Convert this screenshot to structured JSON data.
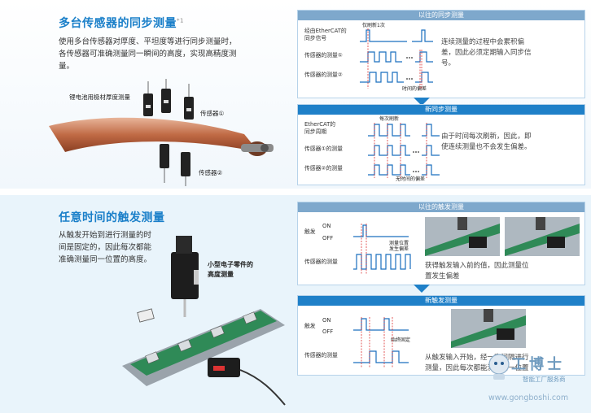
{
  "section1": {
    "title": "多台传感器的同步测量",
    "title_sup": "*1",
    "desc_lines": [
      "使用多台传感器对厚度、平坦度等进行同步测量时，",
      "各传感器可准确测量同一瞬间的高度，实现高精度测",
      "量。"
    ],
    "image_labels": {
      "material": "锂电池用极材厚度测量",
      "sensor1": "传感器①",
      "sensor2": "传感器②"
    },
    "old_box": {
      "header": "以往的同步测量",
      "sig_ether": [
        "经由EtherCAT的",
        "同步信号"
      ],
      "refresh_label": "仅刷新1次",
      "sig_s1": "传感器的测量①",
      "sig_s2": "传感器的测量②",
      "offset_label": "时间的偏差",
      "note_lines": [
        "连续测量的过程中会累积偏",
        "差，因此必须定期输入同步信",
        "号。"
      ]
    },
    "new_box": {
      "header": "新同步测量",
      "sig_ether": [
        "EtherCAT的",
        "同步周期"
      ],
      "refresh_label": "每次刷新",
      "sig_s1": "传感器①的测量",
      "sig_s2": "传感器②的测量",
      "offset_label": "无时间的偏差",
      "note_lines": [
        "由于时间每次刷新，因此，即",
        "使连续测量也不会发生偏差。"
      ]
    }
  },
  "section2": {
    "title": "任意时间的触发测量",
    "desc_lines": [
      "从触发开始到进行测量的时",
      "间是固定的，因此每次都能",
      "准确测量同一位置的高度。"
    ],
    "image_label_lines": [
      "小型电子零件的",
      "高度测量"
    ],
    "old_box": {
      "header": "以往的触发测量",
      "trigger": "触发",
      "on": "ON",
      "off": "OFF",
      "meas": "传感器的测量",
      "offset_lines": [
        "测量位置",
        "发生偏差"
      ],
      "note_lines": [
        "获得触发输入前的值，因此测量位",
        "置发生偏差"
      ]
    },
    "new_box": {
      "header": "新触发测量",
      "trigger": "触发",
      "on": "ON",
      "off": "OFF",
      "meas": "传感器的测量",
      "fixed": "始终固定",
      "note_lines": [
        "从触发输入开始，经一定间隔进行",
        "测量，因此每次都能测量同一位置"
      ]
    }
  },
  "watermark": {
    "brand": "工博士",
    "slogan": "智能工厂服务商",
    "url": "www.gongboshi.com"
  },
  "colors": {
    "accent": "#1a7fc9",
    "header_old": "#7ea8cc",
    "header_new": "#1f80c8",
    "signal": "#1a6fbf"
  }
}
